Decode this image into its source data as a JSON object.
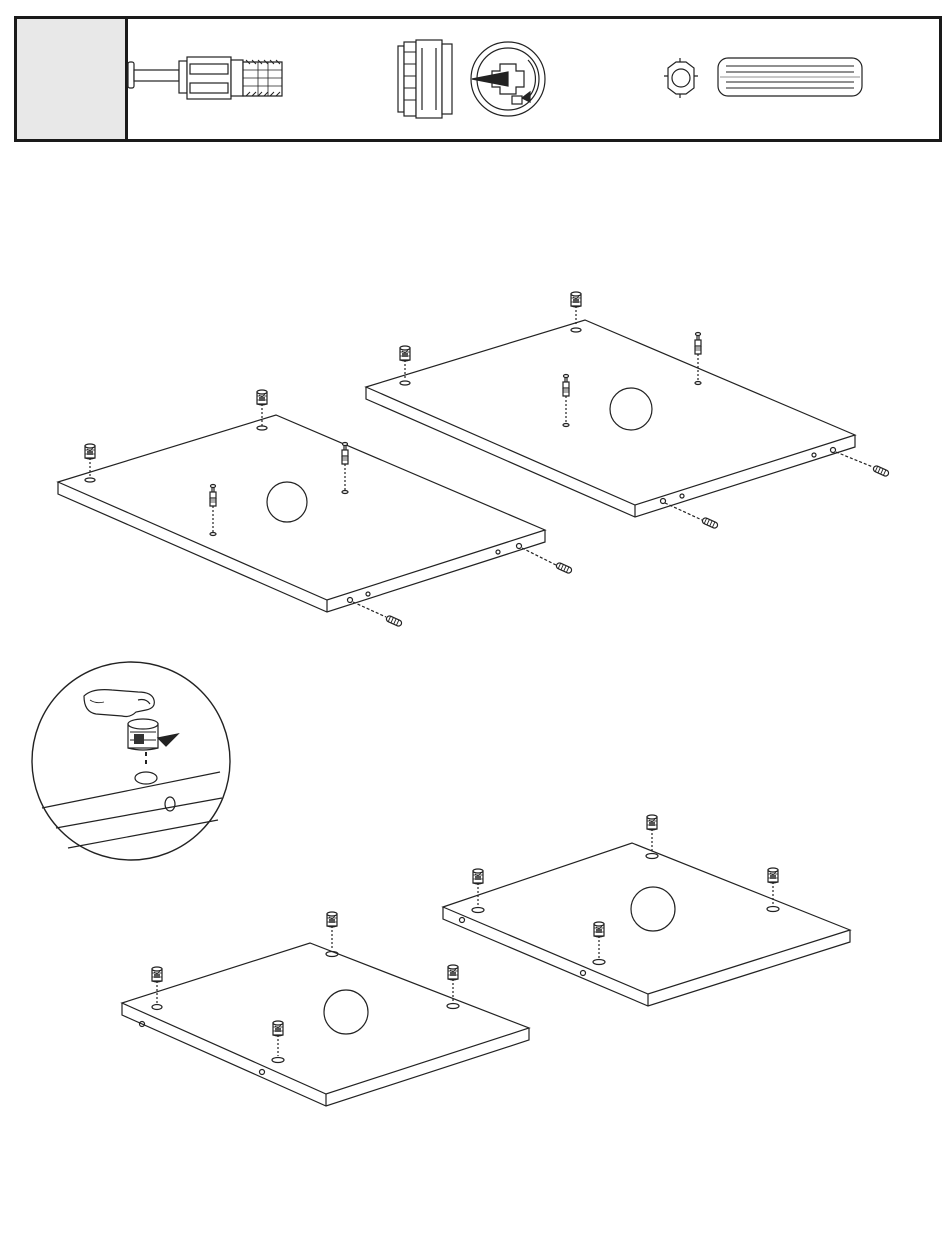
{
  "step": {
    "number": ""
  },
  "hardware": [
    {
      "icon": "cam-bolt-icon",
      "label": ""
    },
    {
      "icon": "cam-lock-icon",
      "label": ""
    },
    {
      "icon": "wood-dowel-icon",
      "label": ""
    }
  ],
  "panels": [
    {
      "id": "panel-a",
      "label": ""
    },
    {
      "id": "panel-b",
      "label": ""
    },
    {
      "id": "panel-c",
      "label": ""
    },
    {
      "id": "panel-d",
      "label": ""
    }
  ],
  "detail": {
    "icon": "cam-lock-insert-detail-icon"
  }
}
